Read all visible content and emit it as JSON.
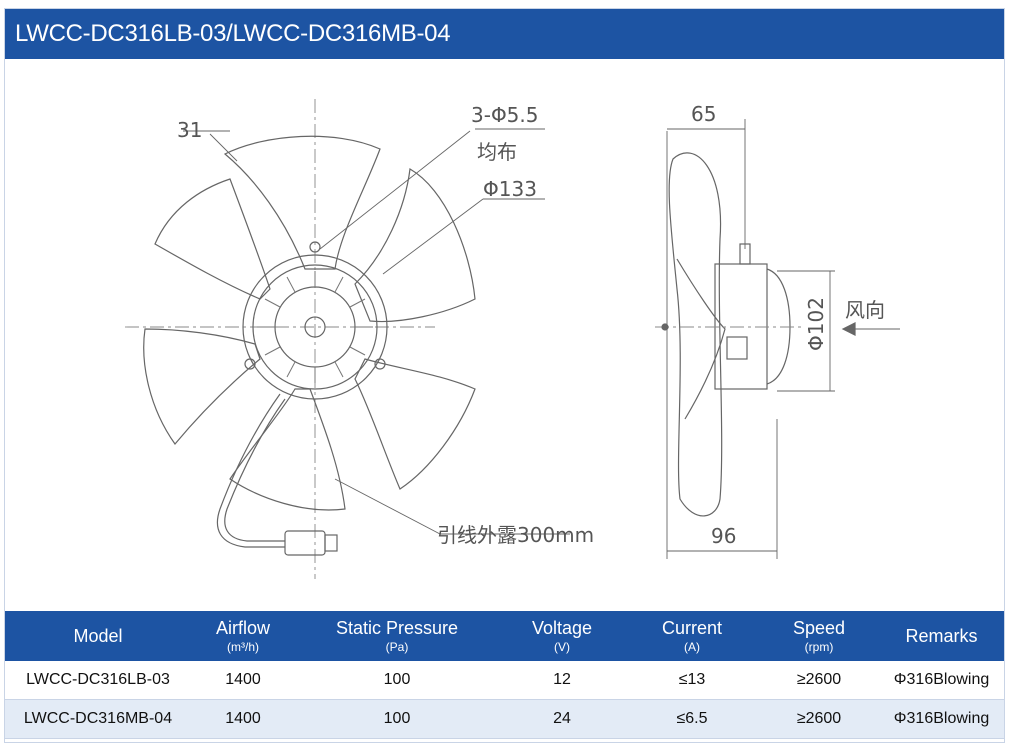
{
  "title": "LWCC-DC316LB-03/LWCC-DC316MB-04",
  "drawing": {
    "front_view": {
      "dim_31": "31",
      "dim_holes": "3-Φ5.5",
      "dim_holes_note": "均布",
      "dim_d133": "Φ133",
      "lead_note": "引线外露300mm"
    },
    "side_view": {
      "dim_65": "65",
      "dim_d102": "Φ102",
      "airflow_note": "风向",
      "dim_96": "96"
    }
  },
  "table": {
    "headers": [
      {
        "label": "Model",
        "unit": ""
      },
      {
        "label": "Airflow",
        "unit": "(m³/h)"
      },
      {
        "label": "Static Pressure",
        "unit": "(Pa)"
      },
      {
        "label": "Voltage",
        "unit": "(V)"
      },
      {
        "label": "Current",
        "unit": "(A)"
      },
      {
        "label": "Speed",
        "unit": "(rpm)"
      },
      {
        "label": "Remarks",
        "unit": ""
      }
    ],
    "rows": [
      [
        "LWCC-DC316LB-03",
        "1400",
        "100",
        "12",
        "≤13",
        "≥2600",
        "Φ316Blowing"
      ],
      [
        "LWCC-DC316MB-04",
        "1400",
        "100",
        "24",
        "≤6.5",
        "≥2600",
        "Φ316Blowing"
      ]
    ]
  }
}
